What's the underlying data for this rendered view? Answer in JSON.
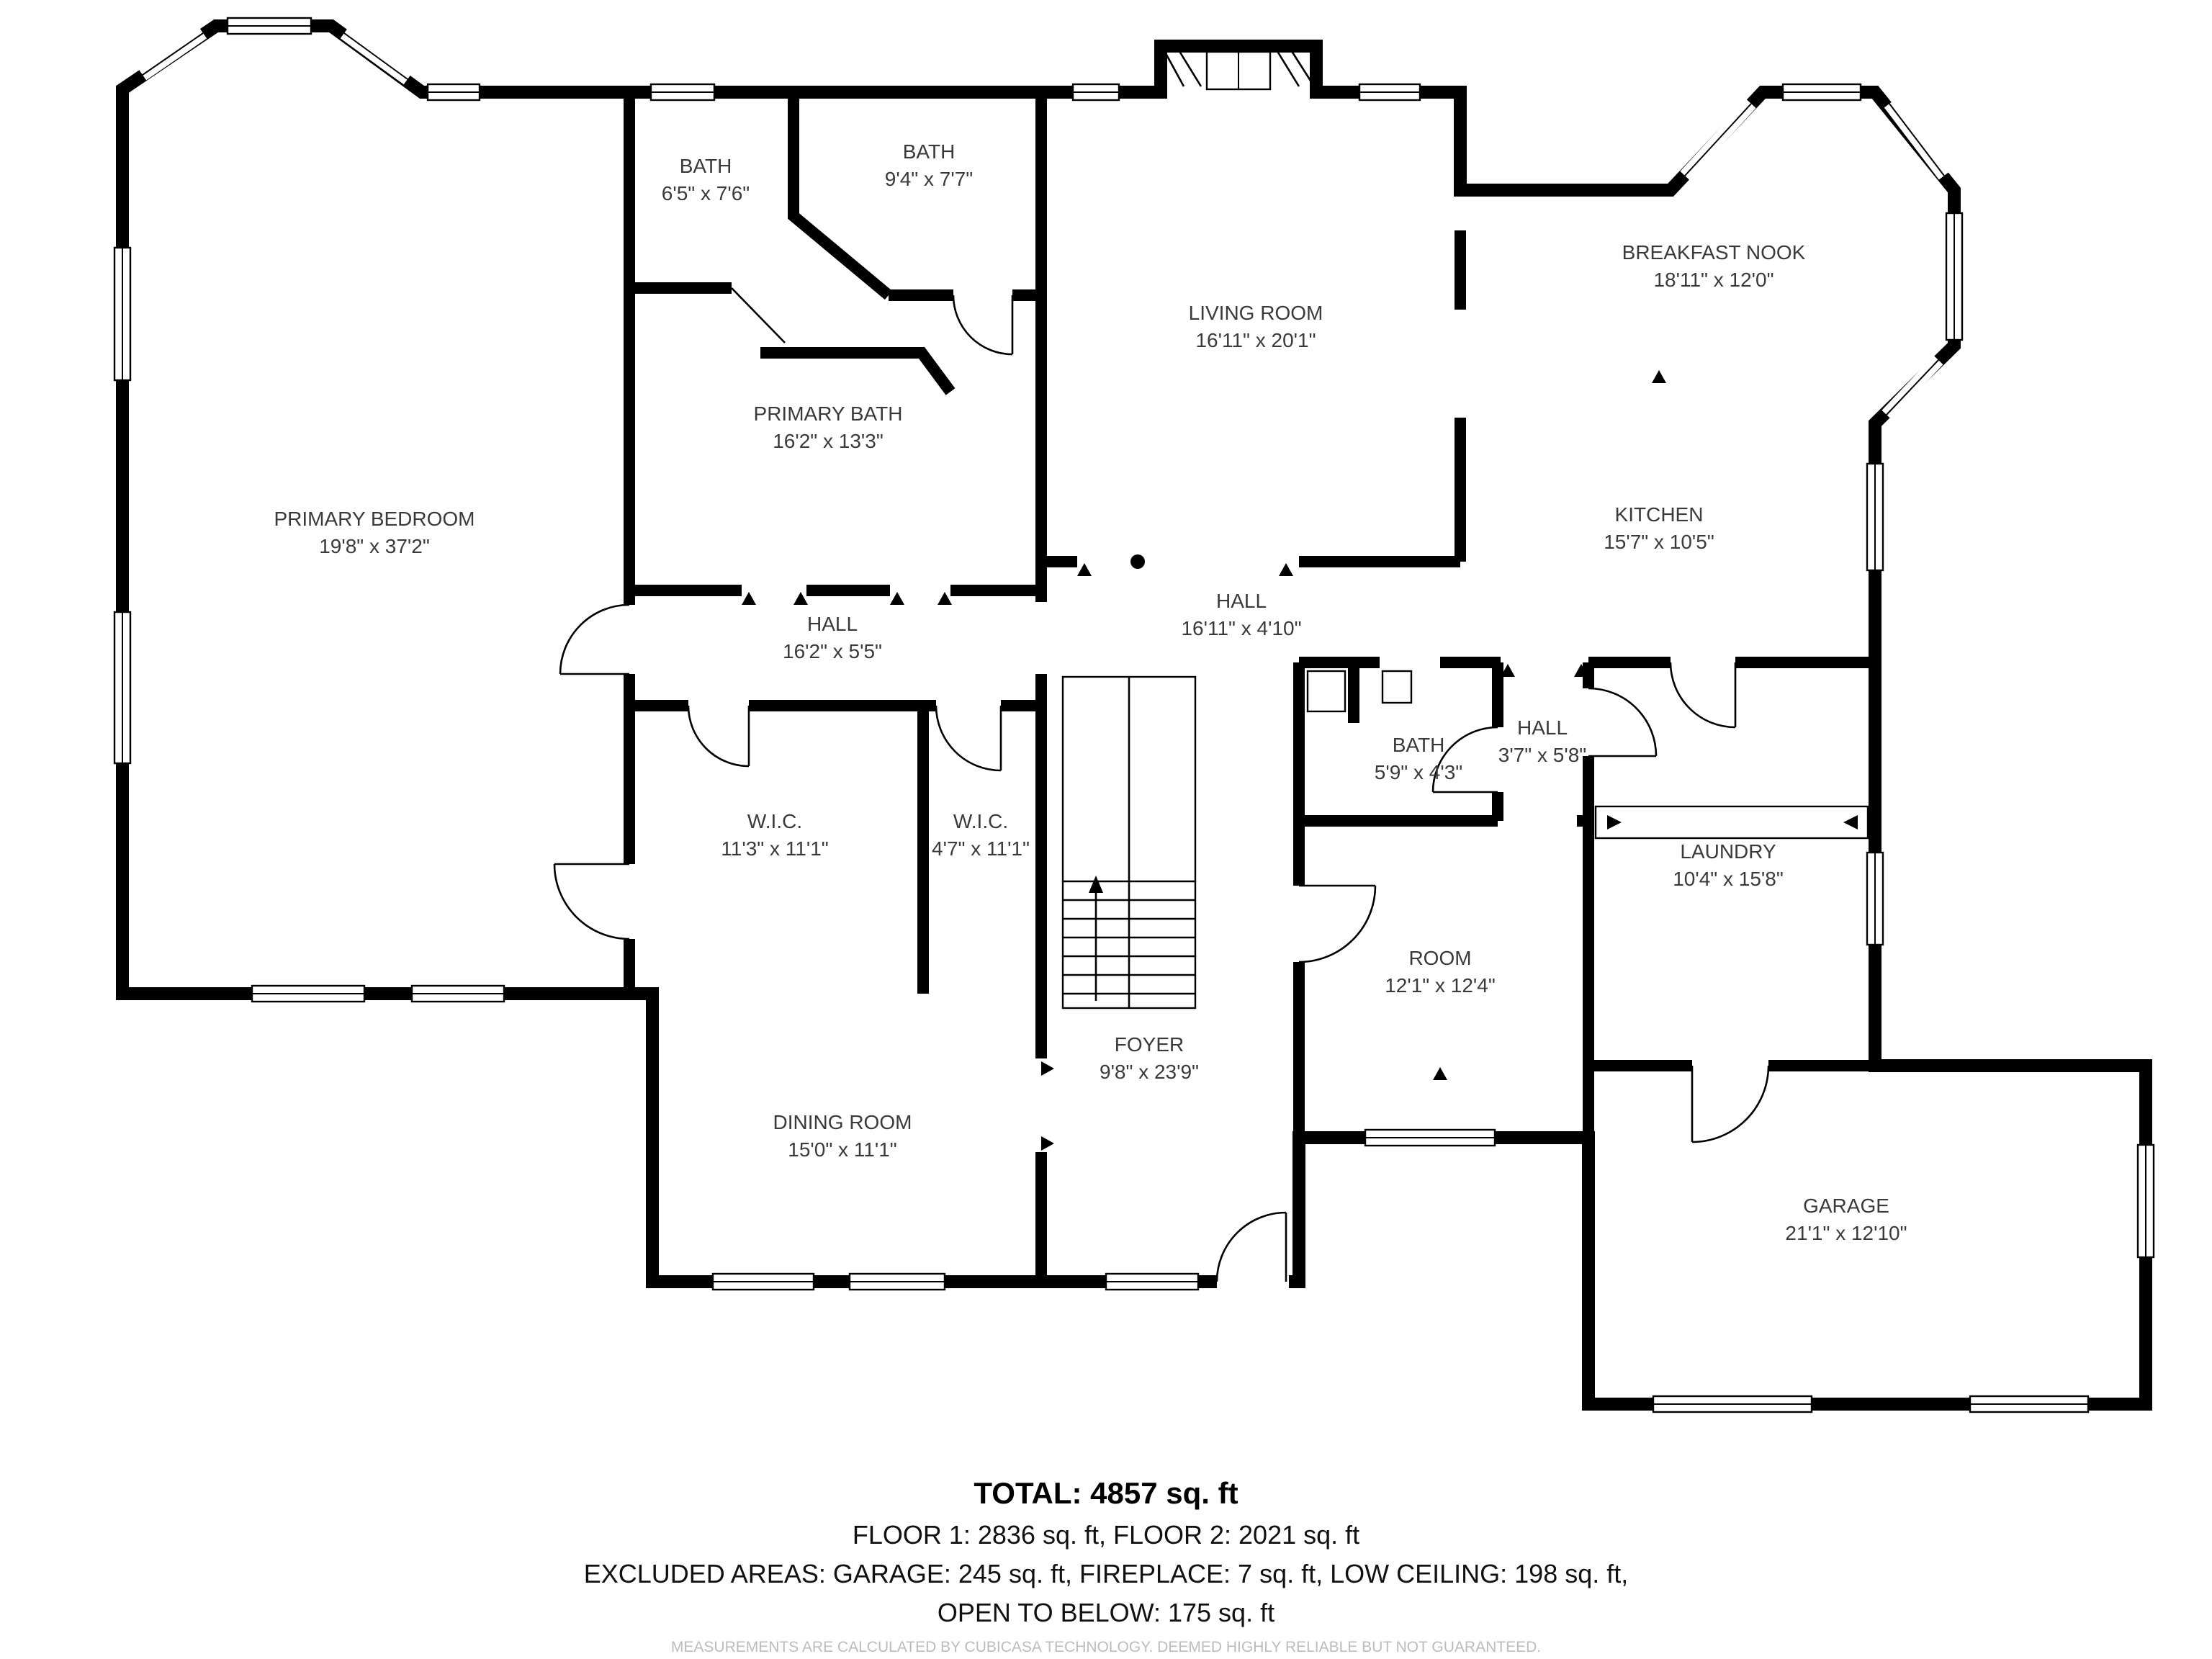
{
  "colors": {
    "wall": "#000000",
    "label": "#3a3a3a",
    "disclaimer_text": "#bcbcbc",
    "background": "#ffffff"
  },
  "rooms": [
    {
      "name": "BATH",
      "dims": "6'5\" x 7'6\""
    },
    {
      "name": "BATH",
      "dims": "9'4\" x 7'7\""
    },
    {
      "name": "PRIMARY BATH",
      "dims": "16'2\" x 13'3\""
    },
    {
      "name": "PRIMARY BEDROOM",
      "dims": "19'8\" x 37'2\""
    },
    {
      "name": "LIVING ROOM",
      "dims": "16'11\" x 20'1\""
    },
    {
      "name": "BREAKFAST NOOK",
      "dims": "18'11\" x 12'0\""
    },
    {
      "name": "KITCHEN",
      "dims": "15'7\" x 10'5\""
    },
    {
      "name": "HALL",
      "dims": "16'2\" x 5'5\""
    },
    {
      "name": "HALL",
      "dims": "16'11\" x 4'10\""
    },
    {
      "name": "BATH",
      "dims": "5'9\" x 4'3\""
    },
    {
      "name": "HALL",
      "dims": "3'7\" x 5'8\""
    },
    {
      "name": "W.I.C.",
      "dims": "11'3\" x 11'1\""
    },
    {
      "name": "W.I.C.",
      "dims": "4'7\" x 11'1\""
    },
    {
      "name": "LAUNDRY",
      "dims": "10'4\" x 15'8\""
    },
    {
      "name": "ROOM",
      "dims": "12'1\" x 12'4\""
    },
    {
      "name": "FOYER",
      "dims": "9'8\" x 23'9\""
    },
    {
      "name": "DINING ROOM",
      "dims": "15'0\" x 11'1\""
    },
    {
      "name": "GARAGE",
      "dims": "21'1\" x 12'10\""
    }
  ],
  "summary": {
    "total": "TOTAL: 4857 sq. ft",
    "floors": "FLOOR 1: 2836 sq. ft, FLOOR 2: 2021 sq. ft",
    "excluded": "EXCLUDED AREAS: GARAGE: 245 sq. ft, FIREPLACE: 7 sq. ft, LOW CEILING: 198 sq. ft,",
    "open_below": "OPEN TO BELOW: 175 sq. ft",
    "disclaimer": "MEASUREMENTS ARE CALCULATED BY CUBICASA TECHNOLOGY. DEEMED HIGHLY RELIABLE BUT NOT GUARANTEED."
  }
}
